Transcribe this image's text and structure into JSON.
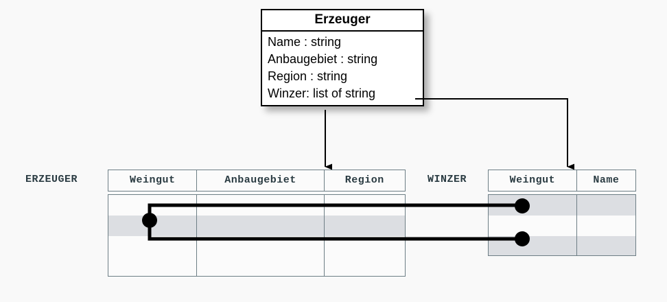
{
  "diagram": {
    "title": "Erzeuger",
    "uml_class": {
      "name": "Erzeuger",
      "attributes": [
        "Name : string",
        "Anbaugebiet : string",
        "Region : string",
        "Winzer: list of string"
      ]
    },
    "tables": [
      {
        "label": "ERZEUGER",
        "columns": [
          "Weingut",
          "Anbaugebiet",
          "Region"
        ],
        "rows": [
          {
            "cells": [
              "",
              "",
              ""
            ],
            "shaded": false
          },
          {
            "cells": [
              "",
              "",
              ""
            ],
            "shaded": true
          },
          {
            "cells": [
              "",
              "",
              ""
            ],
            "shaded": false
          },
          {
            "cells": [
              "",
              "",
              ""
            ],
            "shaded": false
          }
        ]
      },
      {
        "label": "WINZER",
        "columns": [
          "Weingut",
          "Name"
        ],
        "rows": [
          {
            "cells": [
              "",
              ""
            ],
            "shaded": true
          },
          {
            "cells": [
              "",
              ""
            ],
            "shaded": false
          },
          {
            "cells": [
              "",
              ""
            ],
            "shaded": true
          }
        ]
      }
    ],
    "colors": {
      "background": "#f9f9f9",
      "box_border": "#000000",
      "box_fill": "#ffffff",
      "table_border": "#6d7e85",
      "table_fill": "#fbfbfb",
      "row_shade": "#dcdee2",
      "header_text": "#2a3b42",
      "connector": "#000000"
    },
    "connectors": {
      "mapping_arrows": [
        {
          "from": "Erzeuger class",
          "to": "ERZEUGER table"
        },
        {
          "from": "Winzer: list of string",
          "to": "WINZER table"
        }
      ],
      "value_links": [
        {
          "from": "ERZEUGER row 2",
          "to": "WINZER row 1"
        },
        {
          "from": "ERZEUGER row 2",
          "to": "WINZER row 3"
        }
      ]
    }
  }
}
